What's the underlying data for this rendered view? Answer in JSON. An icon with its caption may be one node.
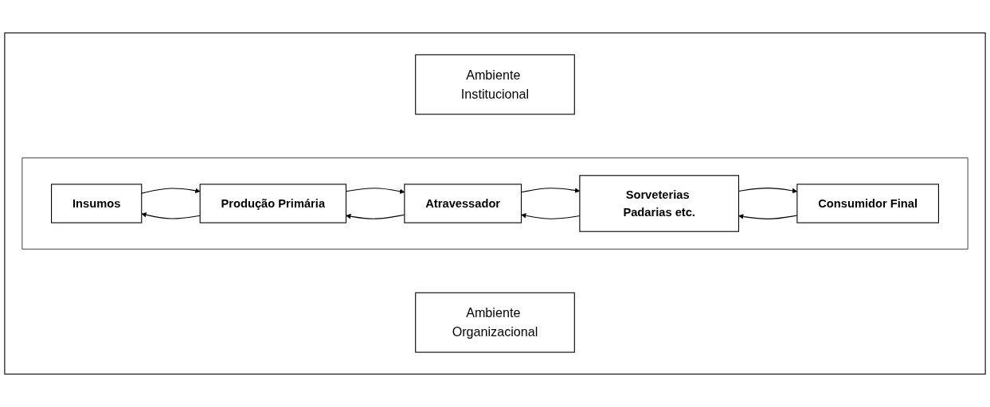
{
  "diagram": {
    "nodes": [
      {
        "text": [],
        "shape": "box"
      },
      {
        "text": [
          "Ambiente Institucional"
        ],
        "in": 0
      },
      {
        "text": [],
        "shape": "box",
        "in": 0
      },
      {
        "text": [
          "Insumos"
        ],
        "in": 2
      },
      {
        "text": [
          "Produção Primária"
        ],
        "in": 2
      },
      {
        "text": [
          "Atravessador"
        ],
        "in": 2
      },
      {
        "text": [
          "Sorveterias Padarias etc."
        ],
        "in": 2
      },
      {
        "text": [
          "Consumidor Final"
        ],
        "in": 2
      },
      {
        "text": [
          "Ambiente Organizacional"
        ],
        "in": 0
      }
    ],
    "edges": [
      {
        "from": 3,
        "to": 4,
        "arrow": "to"
      },
      {
        "from": 4,
        "to": 3,
        "arrow": "to"
      },
      {
        "from": 4,
        "to": 5,
        "arrow": "to"
      },
      {
        "from": 5,
        "to": 4,
        "arrow": "to"
      },
      {
        "from": 5,
        "to": 6,
        "arrow": "to"
      },
      {
        "from": 6,
        "to": 5,
        "arrow": "to"
      },
      {
        "from": 6,
        "to": 7,
        "arrow": "to"
      },
      {
        "from": 7,
        "to": 6,
        "arrow": "to"
      }
    ]
  }
}
